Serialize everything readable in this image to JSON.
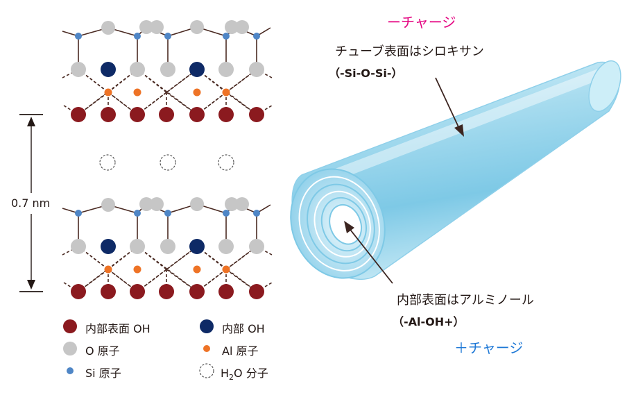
{
  "scale_label": "0.7 nm",
  "tube": {
    "negative_charge": "ーチャージ",
    "positive_charge": "＋チャージ",
    "outer_surface_label": "チューブ表面はシロキサン",
    "outer_surface_formula": "（-Si-O-Si-）",
    "inner_surface_label": "内部表面はアルミノール",
    "inner_surface_formula": "（-Al-OH+）"
  },
  "legend": {
    "inner_surface_oh": "内部表面 OH",
    "inner_oh": "内部 OH",
    "o_atom": "O 原子",
    "al_atom": "Al 原子",
    "si_atom": "Si 原子",
    "h2o_prefix": "H",
    "h2o_sub": "2",
    "h2o_suffix": "O 分子"
  },
  "colors": {
    "inner_surface_oh": "#8b1a1f",
    "inner_oh": "#0e2a66",
    "o_atom": "#c6c6c6",
    "al_atom": "#ee7326",
    "si_atom": "#4f86c6",
    "negative_charge": "#e4007f",
    "positive_charge": "#1e78d6",
    "bond": "#4a2a22"
  }
}
